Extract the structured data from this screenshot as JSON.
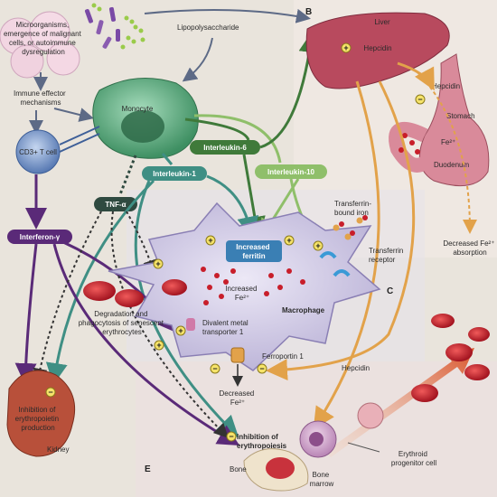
{
  "panels": {
    "b": "B",
    "c": "C",
    "e": "E"
  },
  "labels": {
    "microorganisms": [
      "Microorganisms,",
      "emergence of malignant",
      "cells, or autoimmune",
      "dysregulation"
    ],
    "lipopolysaccharide": "Lipopolysaccharide",
    "immune_effector": [
      "Immune effector",
      "mechanisms"
    ],
    "monocyte": "Monocyte",
    "cd3_t_cell": "CD3+ T cell",
    "interleukin_6": "Interleukin-6",
    "interleukin_1": "Interleukin-1",
    "interleukin_10": "Interleukin-10",
    "tnf_alpha": "TNF-α",
    "interferon_gamma": "Interferon-γ",
    "liver": "Liver",
    "hepcidin_liver": "Hepcidin",
    "hepcidin_stomach": "Hepcidin",
    "stomach": "Stomach",
    "fe_duodenum": "Fe²⁺",
    "duodenum": "Duodenum",
    "decreased_fe_absorption": [
      "Decreased Fe²⁺",
      "absorption"
    ],
    "increased_ferritin": [
      "Increased",
      "ferritin"
    ],
    "transferrin_bound_iron": [
      "Transferrin-",
      "bound iron"
    ],
    "transferrin_receptor": [
      "Transferrin",
      "receptor"
    ],
    "increased_fe": [
      "Increased",
      "Fe²⁺"
    ],
    "degradation": [
      "Degradation and",
      "phagocytosis of senescent",
      "erythrocytes"
    ],
    "macrophage": "Macrophage",
    "divalent_metal": [
      "Divalent metal",
      "transporter 1"
    ],
    "ferroportin": "Ferroportin 1",
    "decreased_fe": [
      "Decreased",
      "Fe²⁺"
    ],
    "hepcidin_macrophage": "Hepcidin",
    "inhibition_epo": [
      "Inhibition of",
      "erythropoietin",
      "production"
    ],
    "kidney": "Kidney",
    "inhibition_erythropoiesis": [
      "Inhibition of",
      "erythropoiesis"
    ],
    "bone": "Bone",
    "bone_marrow": [
      "Bone",
      "marrow"
    ],
    "erythroid_progenitor": [
      "Erythroid",
      "progenitor cell"
    ]
  },
  "signs": {
    "plus": "+",
    "minus": "−"
  },
  "colors": {
    "green_dark": "#3f7a3a",
    "green_light": "#8fbf6a",
    "teal": "#3f8f84",
    "purple": "#5a2a78",
    "orange": "#e2a24a",
    "liver": "#b84a5e",
    "rbc": "#c81e2a",
    "cell_purple": "#b7a6d8",
    "monocyte": "#5aa57a",
    "t_cell": "#6f8ec4"
  }
}
